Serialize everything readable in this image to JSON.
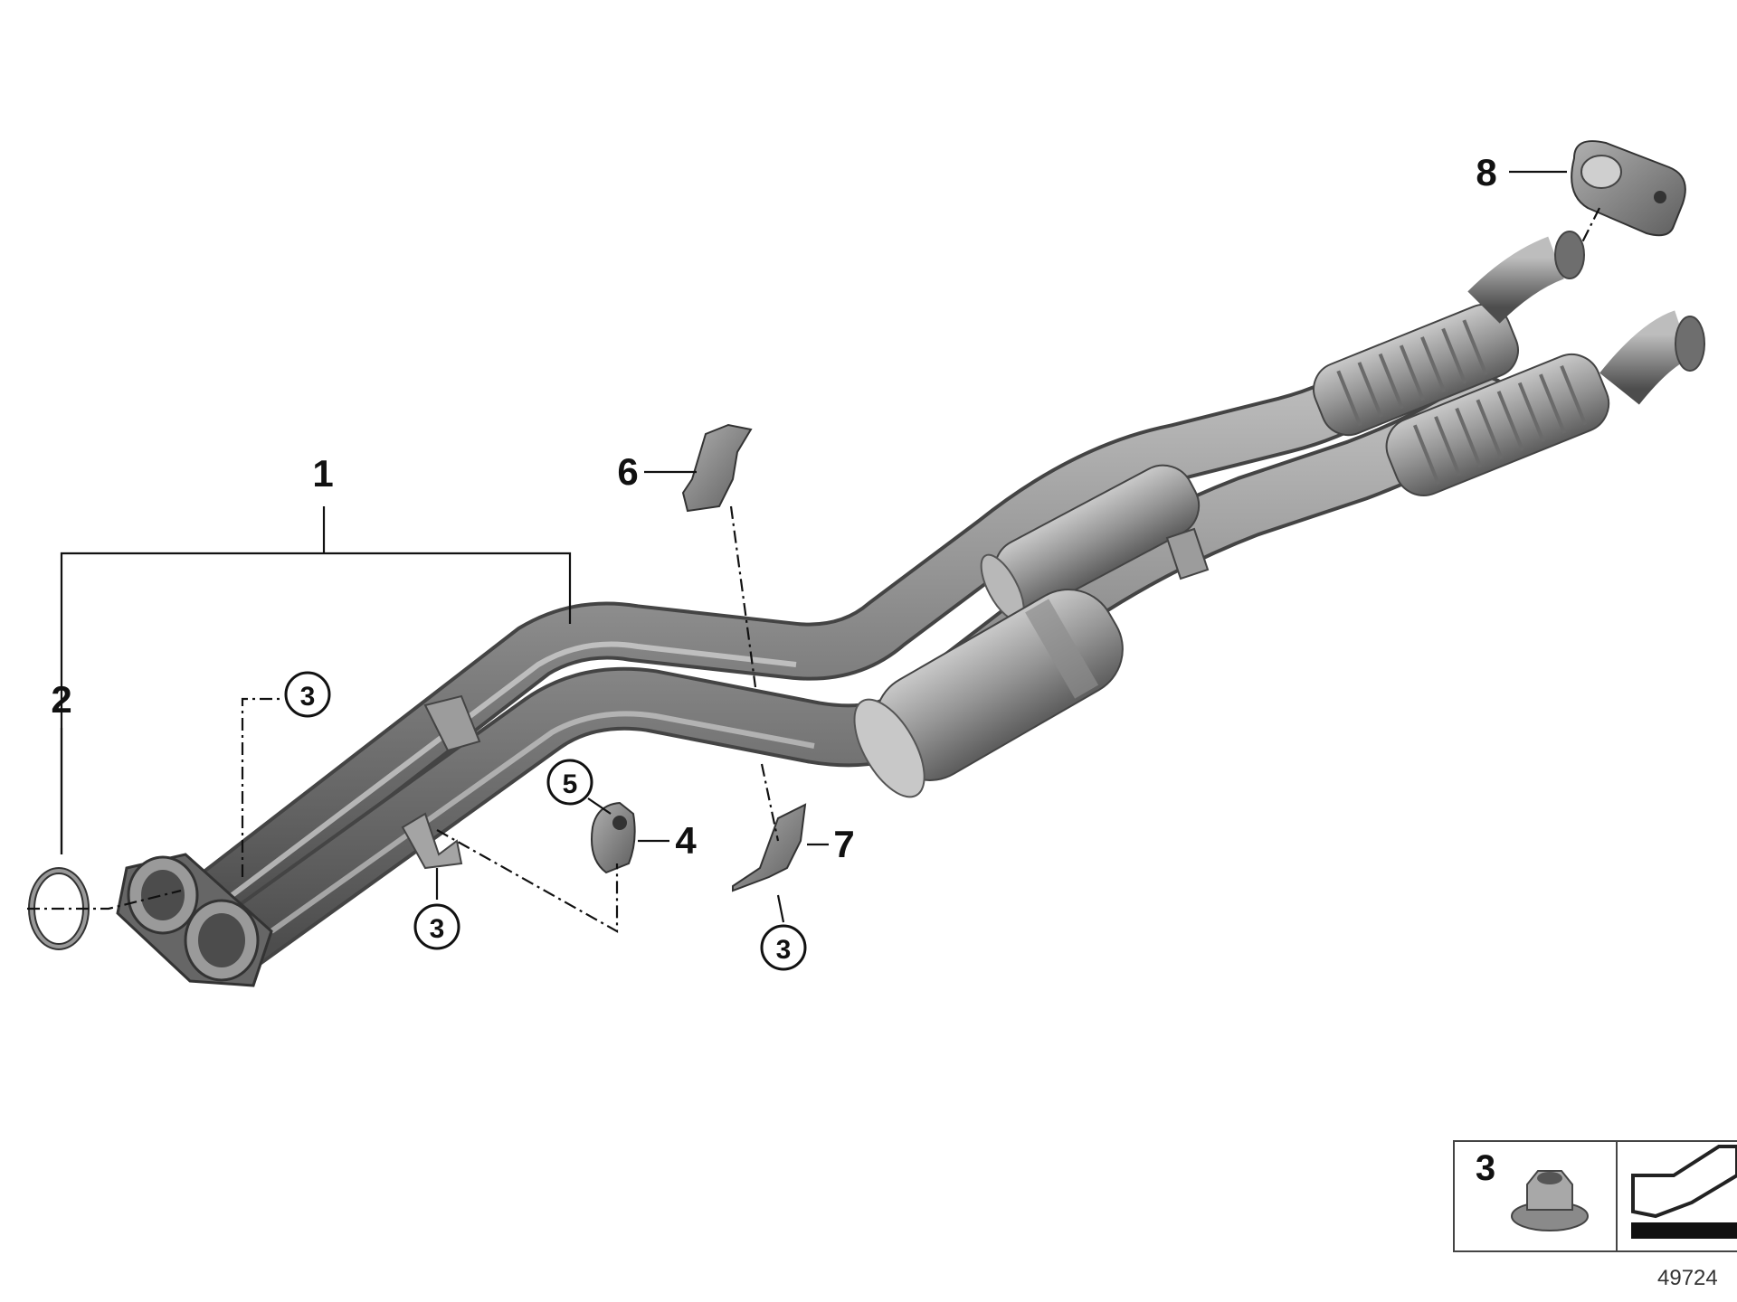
{
  "callouts": {
    "c1": "1",
    "c2": "2",
    "c3a": "3",
    "c3b": "3",
    "c3c": "3",
    "c4": "4",
    "c5": "5",
    "c6": "6",
    "c7": "7",
    "c8": "8"
  },
  "legend": {
    "item_number": "3",
    "icons": [
      "flange-nut-icon",
      "direction-arrow-icon"
    ]
  },
  "drawing_code": "49724",
  "colors": {
    "pipe": "#7b7b7b",
    "pipe_dark": "#555555",
    "pipe_light": "#a9a9a9",
    "line": "#111111"
  }
}
